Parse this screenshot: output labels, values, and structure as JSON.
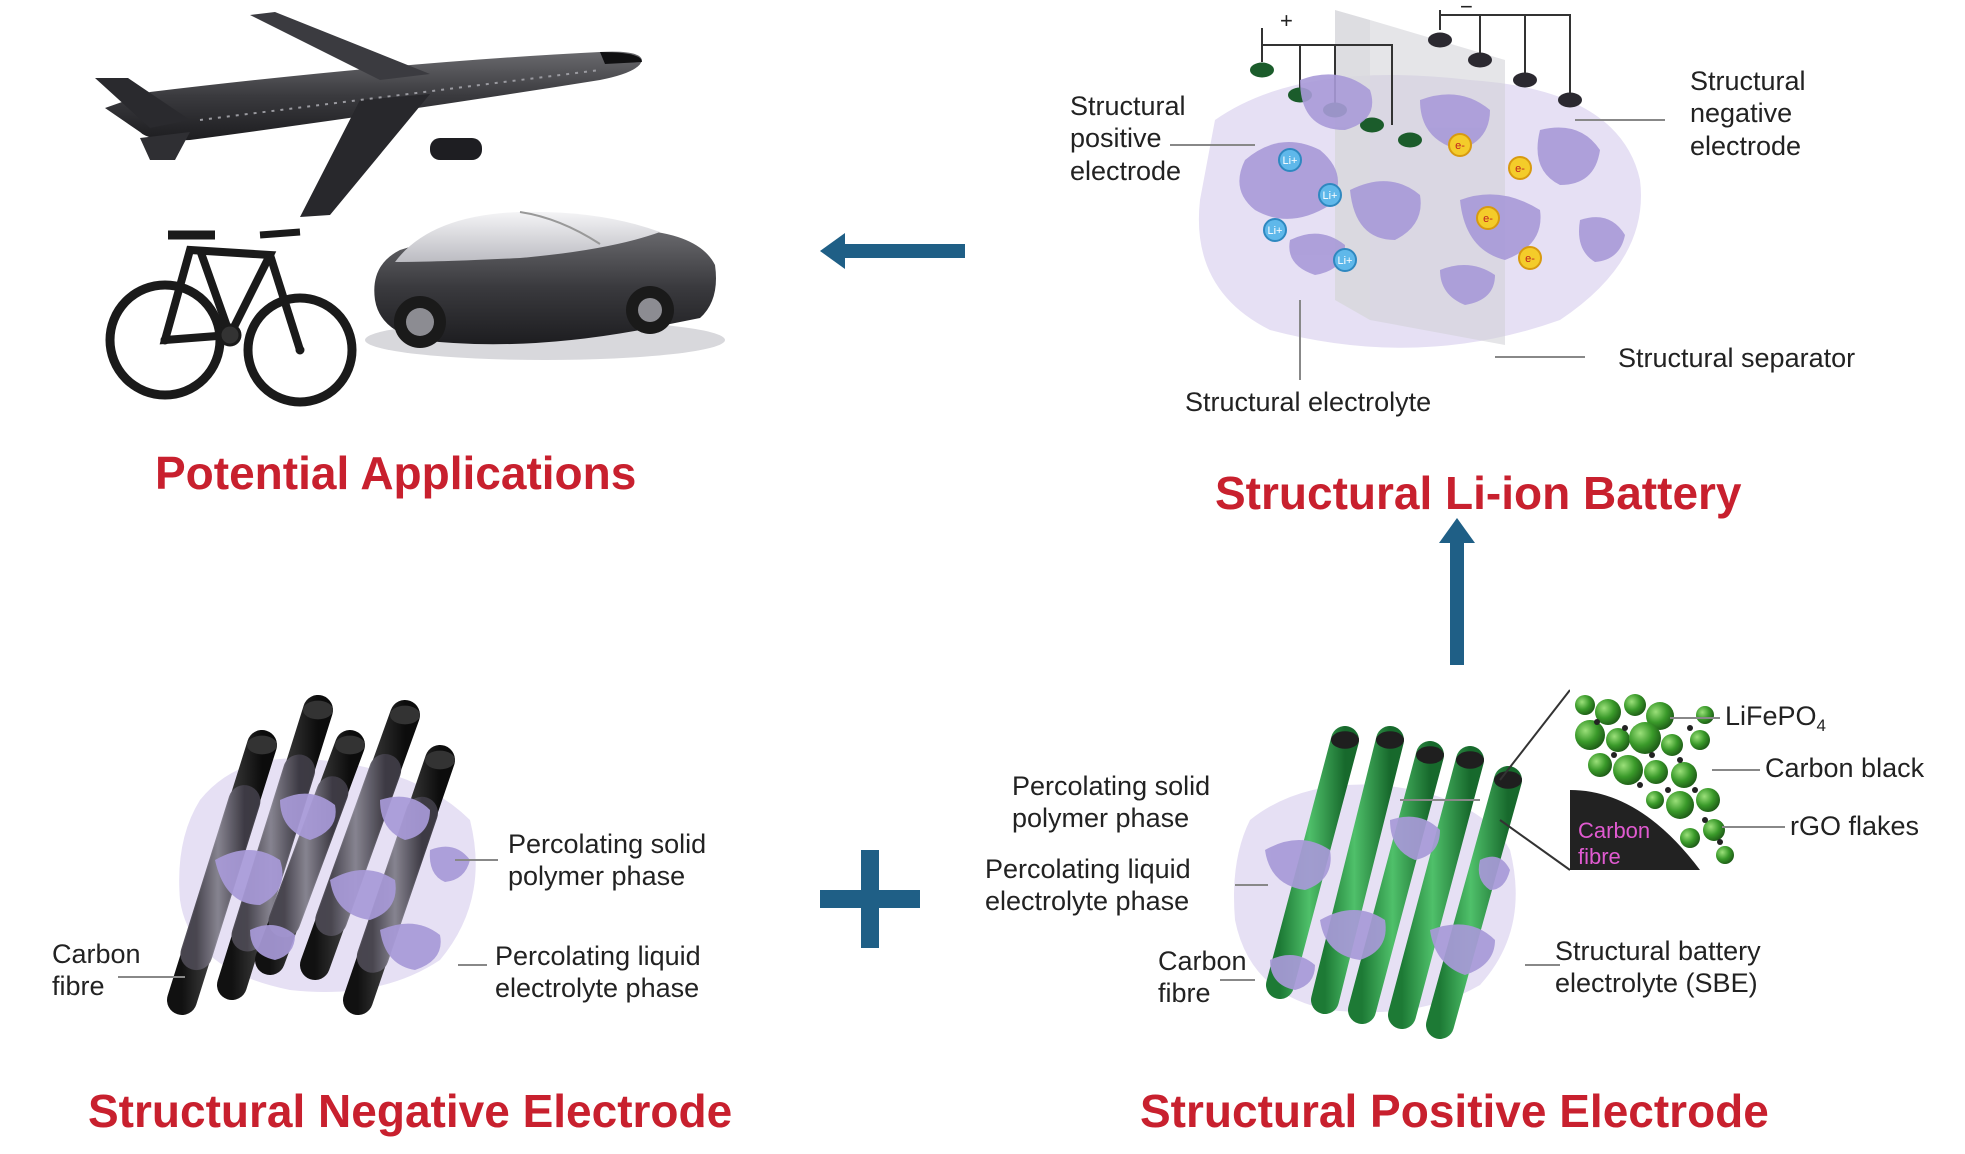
{
  "titles": {
    "applications": "Potential Applications",
    "battery": "Structural Li-ion Battery",
    "negative": "Structural Negative Electrode",
    "positive": "Structural Positive Electrode"
  },
  "battery_labels": {
    "pos_electrode": "Structural\npositive\nelectrode",
    "neg_electrode": "Structural\nnegative\nelectrode",
    "separator": "Structural separator",
    "electrolyte": "Structural electrolyte",
    "plus_sign": "+",
    "minus_sign": "−",
    "li_ion": "Li+",
    "electron": "e-"
  },
  "negative_labels": {
    "solid": "Percolating solid\npolymer phase",
    "liquid": "Percolating liquid\nelectrolyte phase",
    "fibre": "Carbon\nfibre"
  },
  "positive_labels": {
    "solid": "Percolating solid\npolymer phase",
    "liquid": "Percolating liquid\nelectrolyte phase",
    "fibre": "Carbon\nfibre",
    "sbe": "Structural battery\nelectrolyte (SBE)",
    "lfp_main": "LiFePO",
    "lfp_sub": "4",
    "carbon_black": "Carbon black",
    "rgo": "rGO flakes",
    "inset_fibre": "Carbon\nfibre"
  },
  "colors": {
    "title_red": "#c8202e",
    "arrow_blue": "#1f5f86",
    "cathode_green": "#2f9a48",
    "anode_gray": "#6f6c78",
    "phase_lavender": "#a89ad8",
    "glow": "#e6e0f4"
  }
}
